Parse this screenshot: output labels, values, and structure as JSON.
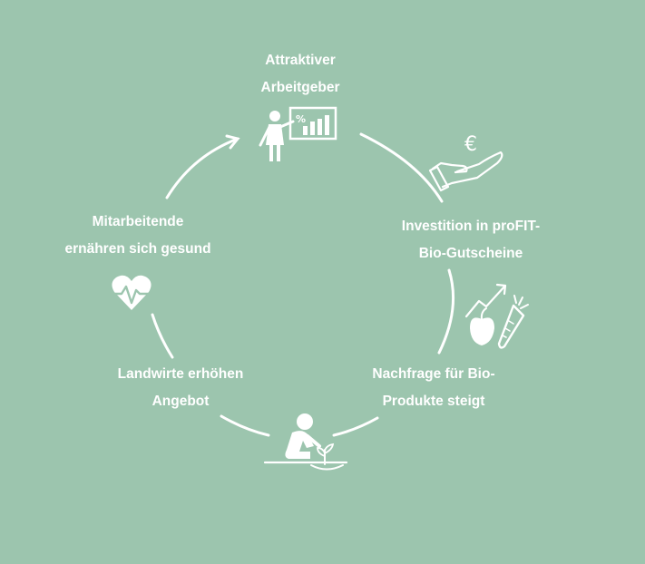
{
  "diagram": {
    "nodes": [
      {
        "id": "arbeitgeber",
        "lines": [
          "Attraktiver",
          "Arbeitgeber"
        ],
        "icon": "presenter-chart-icon"
      },
      {
        "id": "investition",
        "lines": [
          "Investition in proFIT-",
          "Bio-Gutscheine"
        ],
        "icon": "euro-hand-icon"
      },
      {
        "id": "nachfrage",
        "lines": [
          "Nachfrage für Bio-",
          "Produkte steigt"
        ],
        "icon": "apple-carrot-trend-icon"
      },
      {
        "id": "landwirte",
        "lines": [
          "Landwirte erhöhen",
          "Angebot"
        ],
        "icon": "farmer-planting-icon"
      },
      {
        "id": "mitarbeitende",
        "lines": [
          "Mitarbeitende",
          "ernähren sich gesund"
        ],
        "icon": "heart-pulse-icon"
      }
    ],
    "colors": {
      "background": "#9cc5ae",
      "foreground": "#ffffff"
    }
  }
}
